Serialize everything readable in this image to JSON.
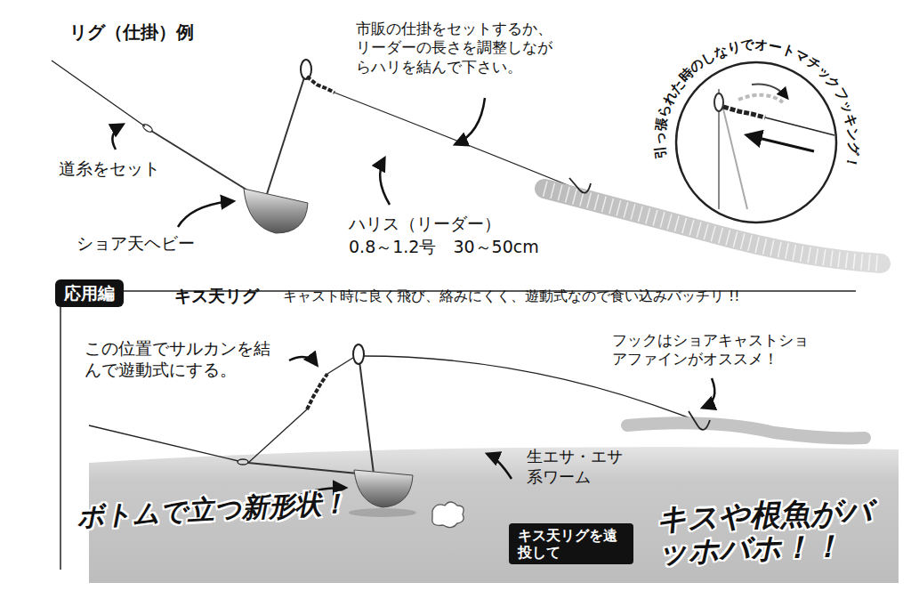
{
  "diagram": {
    "nodes": [
      {
        "text": [
          "応用編"
        ]
      },
      {
        "text": [
          "キス天リグを遠投して"
        ]
      }
    ],
    "labels": [
      "リグ（仕掛）例",
      "市販の仕掛をセットするか、リーダーの長さを調整しながらハリを結んで下さい。",
      "引っ張られた時のしなりでオートマチックフッキング！",
      "道糸をセット",
      "ショア天ヘビー",
      "ハリス（リーダー）",
      "0.8～1.2号　30～50cm",
      "キス天リグ",
      "キャスト時に良く飛び、絡みにくく、遊動式なので食い込みバッチリ !!",
      "この位置でサルカンを結んで遊動式にする。",
      "フックはショアキャストショアファインがオススメ！",
      "生エサ・エサ系ワーム",
      "ボトムで立つ新形状！",
      "キスや根魚がバッホバホ！！"
    ]
  }
}
